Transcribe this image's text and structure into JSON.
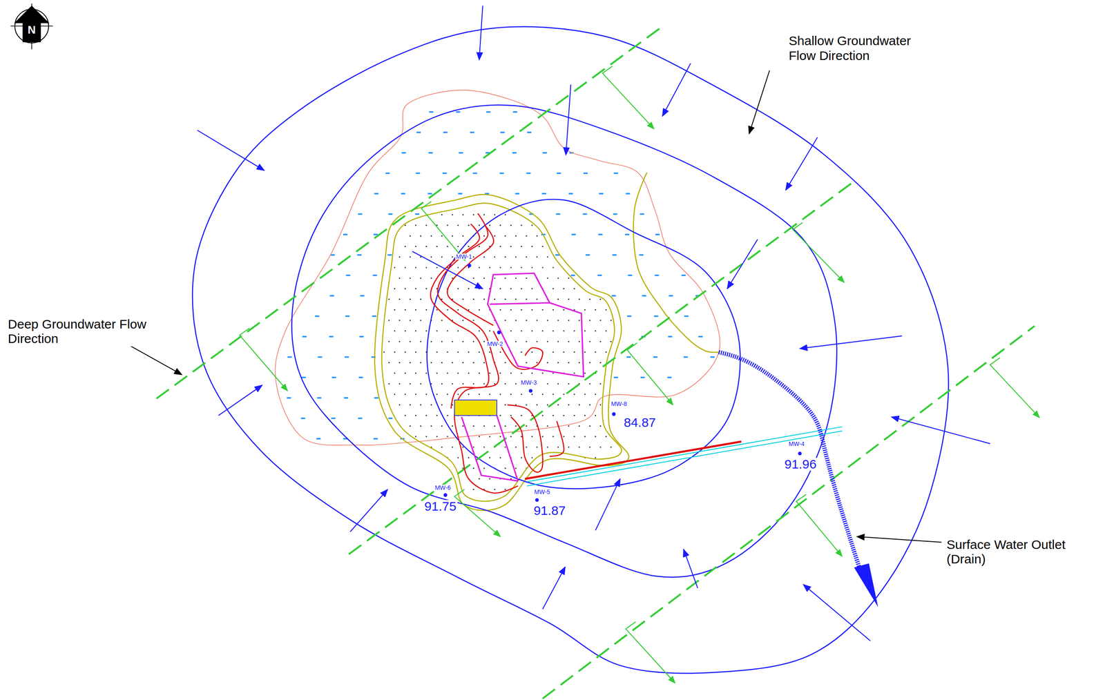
{
  "diagram": {
    "labels": [
      "N",
      "Shallow Groundwater Flow Direction",
      "Deep Groundwater Flow Direction",
      "MW-1",
      "MW-2",
      "MW-3",
      "MW-8",
      "84.87",
      "MW-4",
      "91.96",
      "MW-6",
      "91.75",
      "MW-5",
      "91.87",
      "Surface Water Outlet (Drain)"
    ]
  }
}
